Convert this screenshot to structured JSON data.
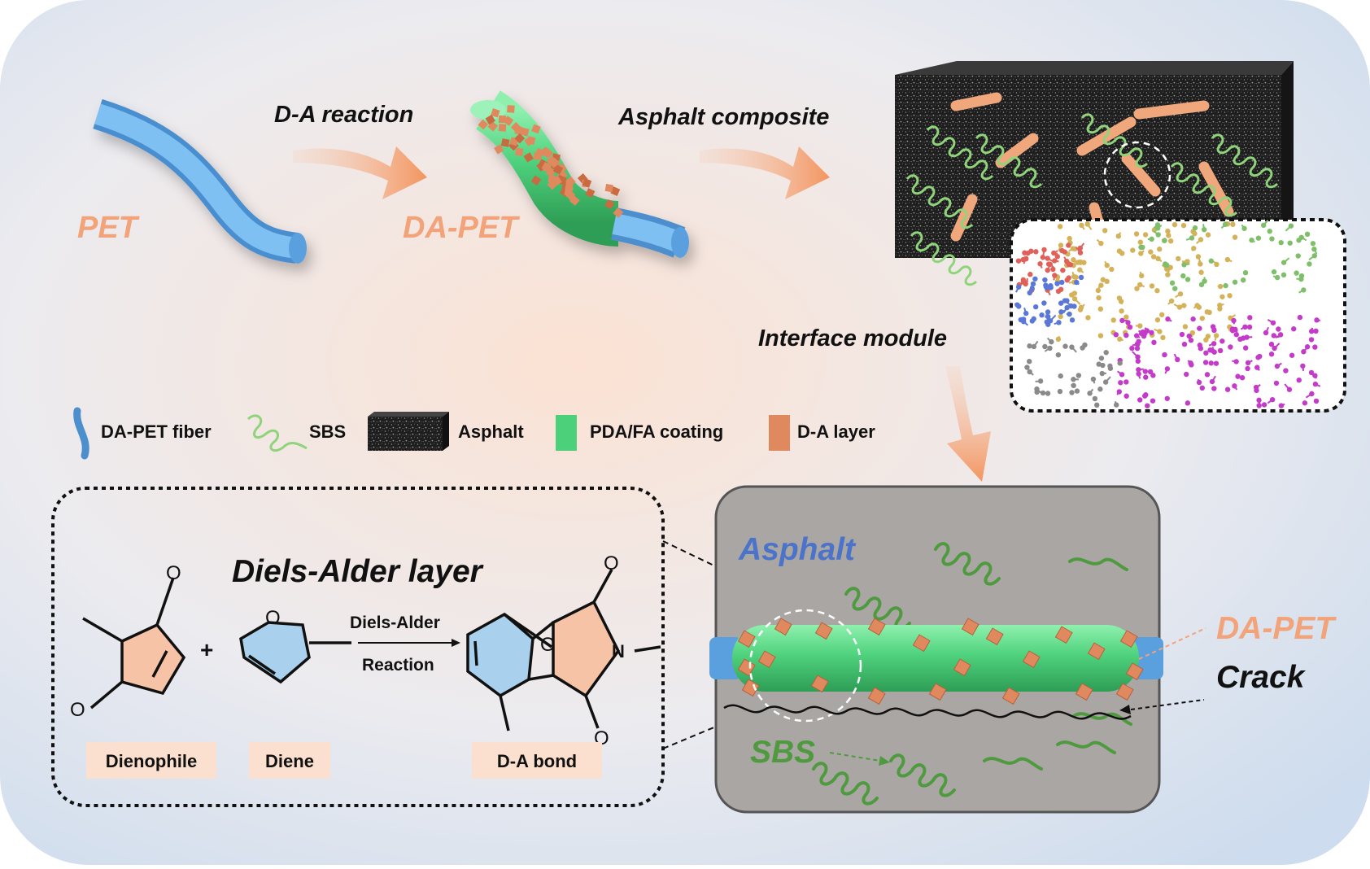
{
  "colors": {
    "pet_blue": "#6aaee8",
    "coating_green": "#4cd07a",
    "da_orange": "#e0895e",
    "label_orange": "#f2a37a",
    "sbs_green": "#4f9a3f",
    "asphalt_text_blue": "#4a73c9",
    "asphalt_dark": "#2a2a2a",
    "panel_grey": "#a9a6a4",
    "ring_orange": "#f7c3a6",
    "ring_blue": "#a9d0ec"
  },
  "labels": {
    "pet": "PET",
    "da_pet": "DA-PET",
    "da_reaction": "D-A reaction",
    "asphalt_composite": "Asphalt composite",
    "interface_module": "Interface module"
  },
  "legend": [
    {
      "label": "DA-PET fiber",
      "icon": "blue-fiber-icon"
    },
    {
      "label": "SBS",
      "icon": "sbs-coil-icon"
    },
    {
      "label": "Asphalt",
      "icon": "asphalt-block-icon"
    },
    {
      "label": "PDA/FA  coating",
      "icon": "green-bar-icon"
    },
    {
      "label": "D-A layer",
      "icon": "orange-bar-icon"
    }
  ],
  "reaction": {
    "title": "Diels-Alder layer",
    "arrow_top": "Diels-Alder",
    "arrow_bottom": "Reaction",
    "plus": "+",
    "atom_o": "O",
    "atom_n": "N",
    "tags": [
      "Dienophile",
      "Diene",
      "D-A bond"
    ]
  },
  "zoom": {
    "asphalt": "Asphalt",
    "da_pet": "DA-PET",
    "crack": "Crack",
    "sbs": "SBS"
  }
}
